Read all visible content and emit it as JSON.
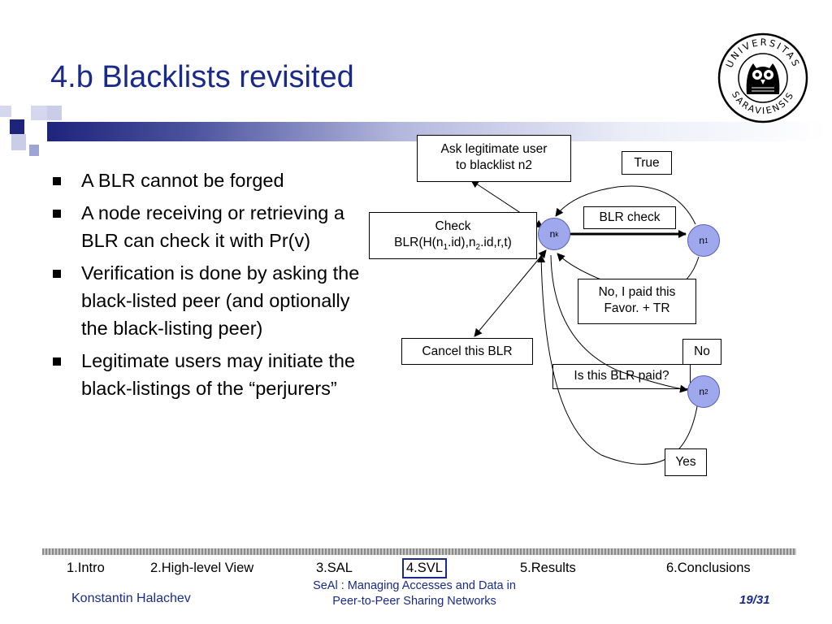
{
  "slide": {
    "title": "4.b Blacklists revisited",
    "bullets": [
      "A BLR cannot be forged",
      "A node receiving or retrieving a BLR can check it with Pr(v)",
      "Verification is done by asking the black-listed peer (and optionally the black-listing peer)",
      "Legitimate users may initiate the black-listings of the “perjurers”"
    ]
  },
  "seal": {
    "top_text": "UNIVERSITAS",
    "bottom_text": "SARAVIENSIS"
  },
  "diagram": {
    "boxes": {
      "ask_line1": "Ask legitimate user",
      "ask_line2": "to blacklist n2",
      "true": "True",
      "blr_check": "BLR check",
      "check_line1": "Check",
      "check_l2_a": "BLR(H(n",
      "check_l2_b": ".id),n",
      "check_l2_c": ".id,r,t)",
      "sub1": "1",
      "sub2": "2",
      "paid_line1": "No, I paid this",
      "paid_line2": "Favor. + TR",
      "cancel": "Cancel this BLR",
      "no": "No",
      "is_paid": "Is this BLR paid?",
      "yes": "Yes"
    },
    "nodes": {
      "nk_base": "n",
      "nk_sub": "k",
      "n1_base": "n",
      "n1_sub": "1",
      "n2_base": "n",
      "n2_sub": "2"
    },
    "node_color": "#9fa8ec"
  },
  "footer": {
    "nav": [
      "1.Intro",
      "2.High-level View",
      "3.SAL",
      "4.SVL",
      "5.Results",
      "6.Conclusions"
    ],
    "active_nav": "4.SVL",
    "author": "Konstantin Halachev",
    "center_line1": "SeAl : Managing Accesses and Data in",
    "center_line2": "Peer-to-Peer Sharing Networks",
    "page": "19/31"
  },
  "colors": {
    "title": "#1a2a8a",
    "bar_dark": "#1d247c"
  }
}
